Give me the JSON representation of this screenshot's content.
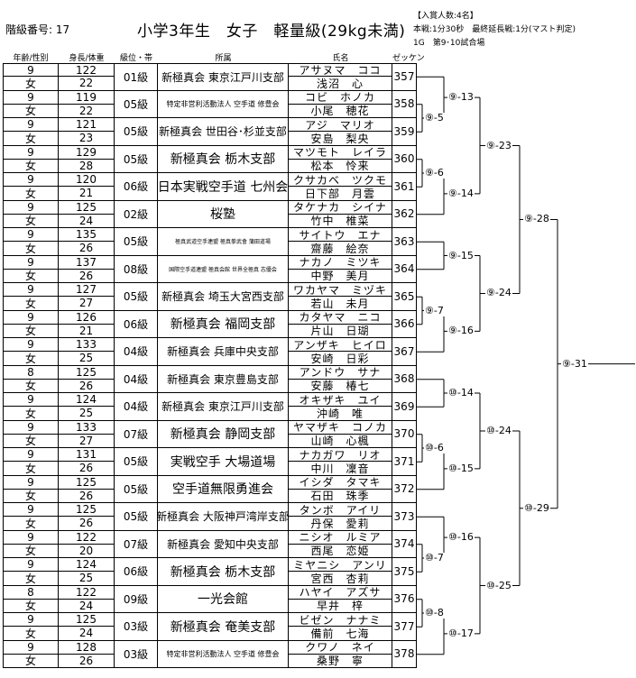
{
  "header": {
    "bracket_no_label": "階級番号: 17",
    "title": "小学3年生　女子　軽量級(29kg未満)",
    "info": [
      "【入賞人数:4名】",
      "本戦:1分30秒　最終延長戦:1分(マスト判定)",
      "1G　第9･10試合場"
    ]
  },
  "columns": {
    "age_gender": "年齢/性別",
    "height_weight": "身長/体重",
    "rank": "級位・帯",
    "affiliation": "所属",
    "name": "氏名",
    "zekken": "ゼッケン"
  },
  "entries": [
    {
      "age": "9",
      "gender": "女",
      "height": "122",
      "weight": "22",
      "rank": "01級",
      "aff": "新極真会 東京江戸川支部",
      "kana": "アサヌマ　ココ",
      "kanji": "浅沼　心",
      "zekken": "357"
    },
    {
      "age": "9",
      "gender": "女",
      "height": "119",
      "weight": "22",
      "rank": "05級",
      "aff": "特定非営利活動法人 空手道 修豊会",
      "kana": "コビ　ホノカ",
      "kanji": "小尾　穂花",
      "zekken": "358"
    },
    {
      "age": "9",
      "gender": "女",
      "height": "121",
      "weight": "23",
      "rank": "05級",
      "aff": "新極真会 世田谷･杉並支部",
      "kana": "アジ　マリオ",
      "kanji": "安島　梨央",
      "zekken": "359"
    },
    {
      "age": "9",
      "gender": "女",
      "height": "129",
      "weight": "28",
      "rank": "05級",
      "aff": "新極真会 栃木支部",
      "kana": "マツモト　レイラ",
      "kanji": "松本　怜来",
      "zekken": "360"
    },
    {
      "age": "9",
      "gender": "女",
      "height": "120",
      "weight": "21",
      "rank": "06級",
      "aff": "日本実戦空手道 七州会",
      "kana": "クサカベ　ツクモ",
      "kanji": "日下部　月雲",
      "zekken": "361"
    },
    {
      "age": "9",
      "gender": "女",
      "height": "125",
      "weight": "24",
      "rank": "02級",
      "aff": "桜塾",
      "kana": "タケナカ　シイナ",
      "kanji": "竹中　椎菜",
      "zekken": "362"
    },
    {
      "age": "9",
      "gender": "女",
      "height": "135",
      "weight": "26",
      "rank": "05級",
      "aff": "極真武道空手連盟 極真拳武會 蒲田道場",
      "kana": "サイトウ　エナ",
      "kanji": "齋藤　絵奈",
      "zekken": "363"
    },
    {
      "age": "9",
      "gender": "女",
      "height": "137",
      "weight": "26",
      "rank": "08級",
      "aff": "国際空手道連盟 極真会館 世界全極真 志優会",
      "kana": "ナカノ　ミツキ",
      "kanji": "中野　美月",
      "zekken": "364"
    },
    {
      "age": "9",
      "gender": "女",
      "height": "127",
      "weight": "27",
      "rank": "05級",
      "aff": "新極真会 埼玉大宮西支部",
      "kana": "ワカヤマ　ミヅキ",
      "kanji": "若山　未月",
      "zekken": "365"
    },
    {
      "age": "9",
      "gender": "女",
      "height": "126",
      "weight": "21",
      "rank": "06級",
      "aff": "新極真会 福岡支部",
      "kana": "カタヤマ　ニコ",
      "kanji": "片山　日瑚",
      "zekken": "366"
    },
    {
      "age": "9",
      "gender": "女",
      "height": "133",
      "weight": "25",
      "rank": "04級",
      "aff": "新極真会 兵庫中央支部",
      "kana": "アンザキ　ヒイロ",
      "kanji": "安崎　日彩",
      "zekken": "367"
    },
    {
      "age": "8",
      "gender": "女",
      "height": "125",
      "weight": "26",
      "rank": "04級",
      "aff": "新極真会 東京豊島支部",
      "kana": "アンドウ　サナ",
      "kanji": "安藤　椿七",
      "zekken": "368"
    },
    {
      "age": "9",
      "gender": "女",
      "height": "124",
      "weight": "25",
      "rank": "04級",
      "aff": "新極真会 東京江戸川支部",
      "kana": "オキザキ　ユイ",
      "kanji": "沖崎　唯",
      "zekken": "369"
    },
    {
      "age": "9",
      "gender": "女",
      "height": "133",
      "weight": "27",
      "rank": "07級",
      "aff": "新極真会 静岡支部",
      "kana": "ヤマザキ　コノカ",
      "kanji": "山崎　心楓",
      "zekken": "370"
    },
    {
      "age": "9",
      "gender": "女",
      "height": "131",
      "weight": "26",
      "rank": "05級",
      "aff": "実戦空手 大場道場",
      "kana": "ナカガワ　リオ",
      "kanji": "中川　凜音",
      "zekken": "371"
    },
    {
      "age": "9",
      "gender": "女",
      "height": "125",
      "weight": "26",
      "rank": "05級",
      "aff": "空手道無限勇進会",
      "kana": "イシダ　タマキ",
      "kanji": "石田　珠季",
      "zekken": "372"
    },
    {
      "age": "9",
      "gender": "女",
      "height": "125",
      "weight": "26",
      "rank": "05級",
      "aff": "新極真会 大阪神戸湾岸支部",
      "kana": "タンボ　アイリ",
      "kanji": "丹保　愛莉",
      "zekken": "373"
    },
    {
      "age": "9",
      "gender": "女",
      "height": "122",
      "weight": "20",
      "rank": "07級",
      "aff": "新極真会 愛知中央支部",
      "kana": "ニシオ　ルミア",
      "kanji": "西尾　恋姫",
      "zekken": "374"
    },
    {
      "age": "9",
      "gender": "女",
      "height": "124",
      "weight": "25",
      "rank": "06級",
      "aff": "新極真会 栃木支部",
      "kana": "ミヤニシ　アンリ",
      "kanji": "宮西　杏莉",
      "zekken": "375"
    },
    {
      "age": "8",
      "gender": "女",
      "height": "122",
      "weight": "24",
      "rank": "09級",
      "aff": "一光会館",
      "kana": "ハヤイ　アズサ",
      "kanji": "早井　梓",
      "zekken": "376"
    },
    {
      "age": "9",
      "gender": "女",
      "height": "125",
      "weight": "24",
      "rank": "03級",
      "aff": "新極真会 奄美支部",
      "kana": "ビゼン　ナナミ",
      "kanji": "備前　七海",
      "zekken": "377"
    },
    {
      "age": "9",
      "gender": "女",
      "height": "128",
      "weight": "26",
      "rank": "03級",
      "aff": "特定非営利活動法人 空手道 修豊会",
      "kana": "クワノ　ネイ",
      "kanji": "桑野　寧",
      "zekken": "378"
    }
  ],
  "bracket": {
    "m5": "⑨-5",
    "m6": "⑨-6",
    "m7": "⑨-7",
    "m8": "⑩-8",
    "m13": "⑨-13",
    "m14": "⑨-14",
    "m15": "⑨-15",
    "m16": "⑨-16",
    "m14b": "⑩-14",
    "m15b": "⑩-15",
    "m16b": "⑩-16",
    "m17": "⑩-17",
    "m6b": "⑩-6",
    "m7b": "⑩-7",
    "m23": "⑨-23",
    "m24": "⑨-24",
    "m24b": "⑩-24",
    "m25": "⑩-25",
    "m28": "⑨-28",
    "m29": "⑩-29",
    "m31": "⑨-31"
  }
}
